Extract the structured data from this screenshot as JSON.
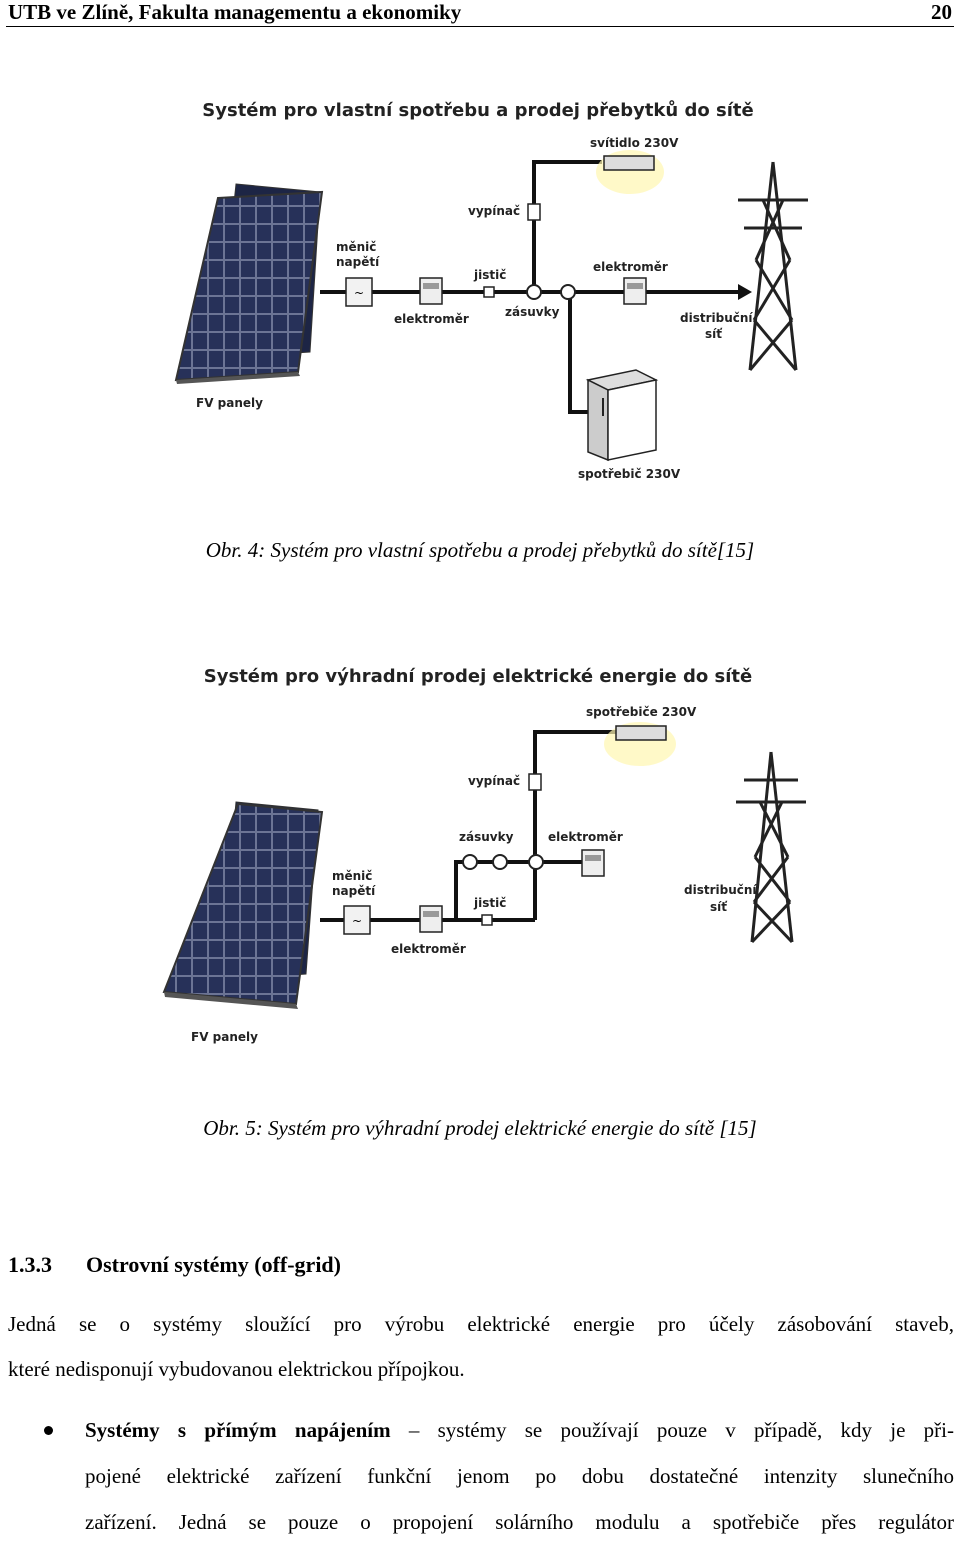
{
  "header": {
    "title": "UTB ve Zlíně, Fakulta managementu a ekonomiky",
    "page_number": "20"
  },
  "figure1": {
    "title": "Systém pro vlastní spotřebu a prodej přebytků do sítě",
    "labels": {
      "lamp": "svítidlo 230V",
      "switch": "vypínač",
      "inverter_1": "měnič",
      "inverter_2": "napětí",
      "breaker": "jistič",
      "meter_left": "elektroměr",
      "sockets": "zásuvky",
      "meter_right": "elektroměr",
      "grid_1": "distribuční",
      "grid_2": "síť",
      "appliance": "spotřebič 230V",
      "panels": "FV panely"
    },
    "caption": "Obr. 4: Systém pro vlastní spotřebu a prodej přebytků do sítě[15]"
  },
  "figure2": {
    "title": "Systém pro výhradní prodej elektrické energie do sítě",
    "labels": {
      "appliances": "spotřebiče 230V",
      "switch": "vypínač",
      "sockets": "zásuvky",
      "meter_right": "elektroměr",
      "inverter_1": "měnič",
      "inverter_2": "napětí",
      "breaker": "jistič",
      "grid_1": "distribuční",
      "grid_2": "síť",
      "meter_left": "elektroměr",
      "panels": "FV panely"
    },
    "caption": "Obr. 5: Systém pro výhradní prodej elektrické energie do sítě [15]"
  },
  "section": {
    "number": "1.3.3",
    "title": "Ostrovní systémy (off-grid)"
  },
  "paragraph": {
    "line1": "Jedná se o systémy sloužící pro výrobu elektrické energie pro účely zásobování staveb,",
    "line2": "které nedisponují vybudovanou elektrickou přípojkou."
  },
  "bullet": {
    "term": "Systémy s přímým napájením",
    "line1_rest": " – systémy se používají pouze v případě, kdy je při-",
    "line2": "pojené elektrické zařízení funkční jenom po dobu dostatečné intenzity slunečního",
    "line3": "zařízení. Jedná se pouze o propojení solárního modulu a spotřebiče přes regulátor"
  }
}
